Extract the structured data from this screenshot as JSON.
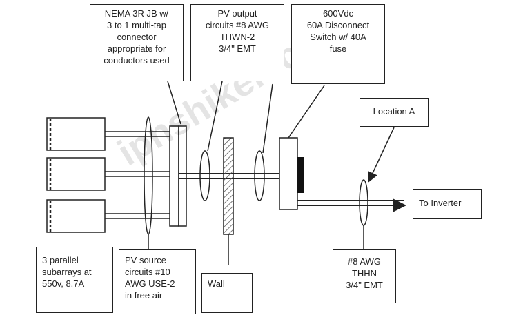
{
  "labels": {
    "nema_jb": "NEMA 3R JB w/\n3 to 1 multi-tap\nconnector\nappropriate for\nconductors used",
    "pv_output": "PV output\ncircuits #8 AWG\nTHWN-2\n3/4\" EMT",
    "disconnect": "600Vdc\n60A Disconnect\nSwitch w/ 40A\nfuse",
    "location_a": "Location A",
    "to_inverter": "To Inverter",
    "subarrays": "3 parallel\nsubarrays at\n550v, 8.7A",
    "pv_source": "PV source\ncircuits #10\nAWG USE-2\nin free air",
    "wall": "Wall",
    "thhn": "#8 AWG\nTHHN\n3/4\" EMT"
  },
  "watermark": "ipnshiken.com",
  "colors": {
    "line": "#222222",
    "wall_hatch": "#555555"
  }
}
